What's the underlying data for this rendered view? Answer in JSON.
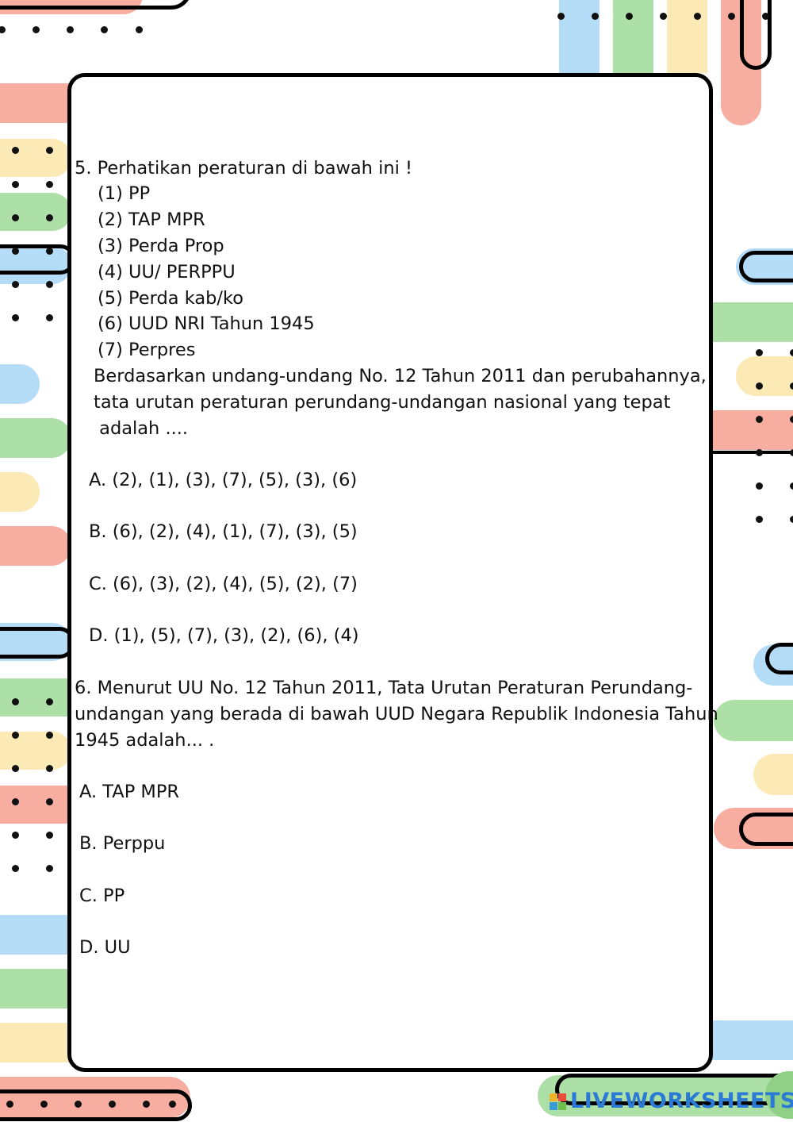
{
  "question5": {
    "stem": "5.  Perhatikan peraturan di bawah ini !",
    "items": [
      "(1)  PP",
      "(2)  TAP MPR",
      "(3)  Perda Prop",
      "(4)  UU/ PERPPU",
      "(5)  Perda kab/ko",
      "(6)  UUD NRI Tahun 1945",
      "(7)  Perpres"
    ],
    "prompt_lines": [
      "Berdasarkan undang-undang No. 12 Tahun 2011 dan perubahannya,",
      "tata urutan peraturan perundang-undangan nasional yang tepat",
      " adalah ...."
    ],
    "options": [
      "A. (2), (1), (3), (7), (5), (3), (6)",
      "B. (6), (2), (4), (1), (7), (3), (5)",
      "C. (6), (3), (2), (4), (5), (2), (7)",
      "D. (1), (5), (7), (3), (2), (6), (4)"
    ]
  },
  "question6": {
    "stem_lines": [
      "6.  Menurut UU No. 12 Tahun 2011, Tata Urutan Peraturan Perundang-",
      "undangan yang berada di bawah UUD Negara Republik Indonesia Tahun",
      "1945 adalah... ."
    ],
    "options": [
      "A. TAP MPR",
      "B. Perppu",
      "C. PP",
      "D. UU"
    ]
  },
  "footer": {
    "logo_text": "LIVEWORKSHEETS"
  },
  "colors": {
    "red": "#f8ada1",
    "blue": "#b4dcf6",
    "green": "#ade0a6",
    "yellow": "#fbeab5",
    "logo": "#2b7bd6"
  }
}
